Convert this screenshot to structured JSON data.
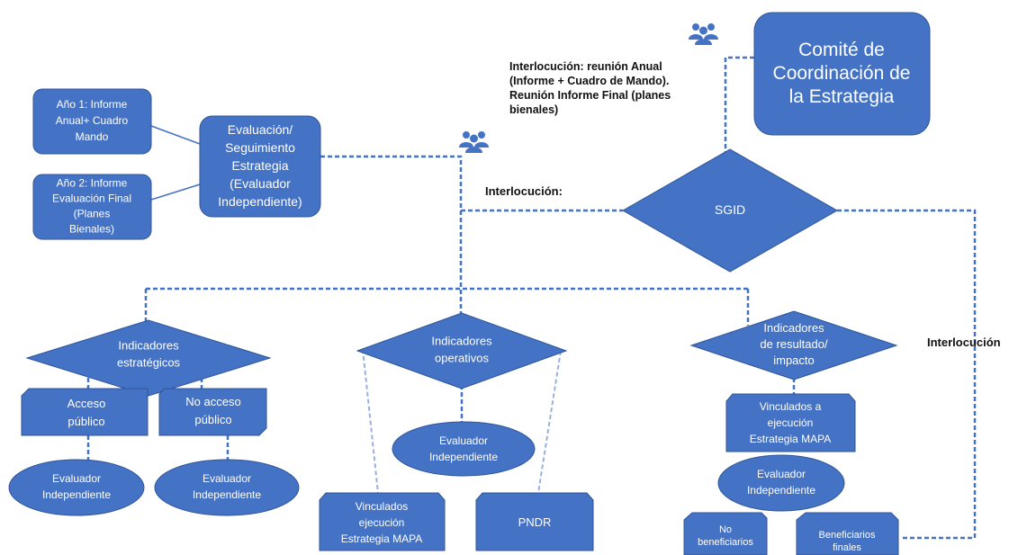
{
  "colors": {
    "node_fill": "#4472c4",
    "node_stroke": "#2f5597",
    "connector": "#4472c4",
    "connector_light": "#9ab0de",
    "label_text": "#111111"
  },
  "icons": [
    "people-icon"
  ],
  "nodes": {
    "comite": "Comité de\nCoordinación de\nla Estrategia",
    "sgid": "SGID",
    "evaluacion": "Evaluación/\nSeguimiento\nEstrategia\n(Evaluador\nIndependiente)",
    "ano1": "Año 1: Informe\nAnual+ Cuadro\nMando",
    "ano2": "Año 2: Informe\nEvaluación Final\n(Planes\nBienales)",
    "ind_estrategicos": "Indicadores\nestratégicos",
    "ind_operativos": "Indicadores\noperativos",
    "ind_resultado": "Indicadores\nde resultado/\nimpacto",
    "acceso_publico": "Acceso\npúblico",
    "no_acceso_publico": "No acceso\npúblico",
    "eval_ind_1": "Evaluador\nIndependiente",
    "eval_ind_2": "Evaluador\nIndependiente",
    "eval_ind_op": "Evaluador\nIndependiente",
    "eval_ind_res": "Evaluador\nIndependiente",
    "vinculados_mapa": "Vinculados\nejecución\nEstrategia MAPA",
    "pndr": "PNDR",
    "vinculados_a": "Vinculados a\nejecución\nEstrategia MAPA",
    "no_beneficiarios": "No\nbeneficiarios",
    "beneficiarios_finales": "Beneficiarios\nfinales"
  },
  "labels": {
    "interlocucion_reunion": "Interlocución: reunión Anual\n(Informe + Cuadro de Mando).\nReunión Informe Final (planes\nbienales)",
    "interlocucion_1": "Interlocución:",
    "interlocucion_2": "Interlocución"
  }
}
